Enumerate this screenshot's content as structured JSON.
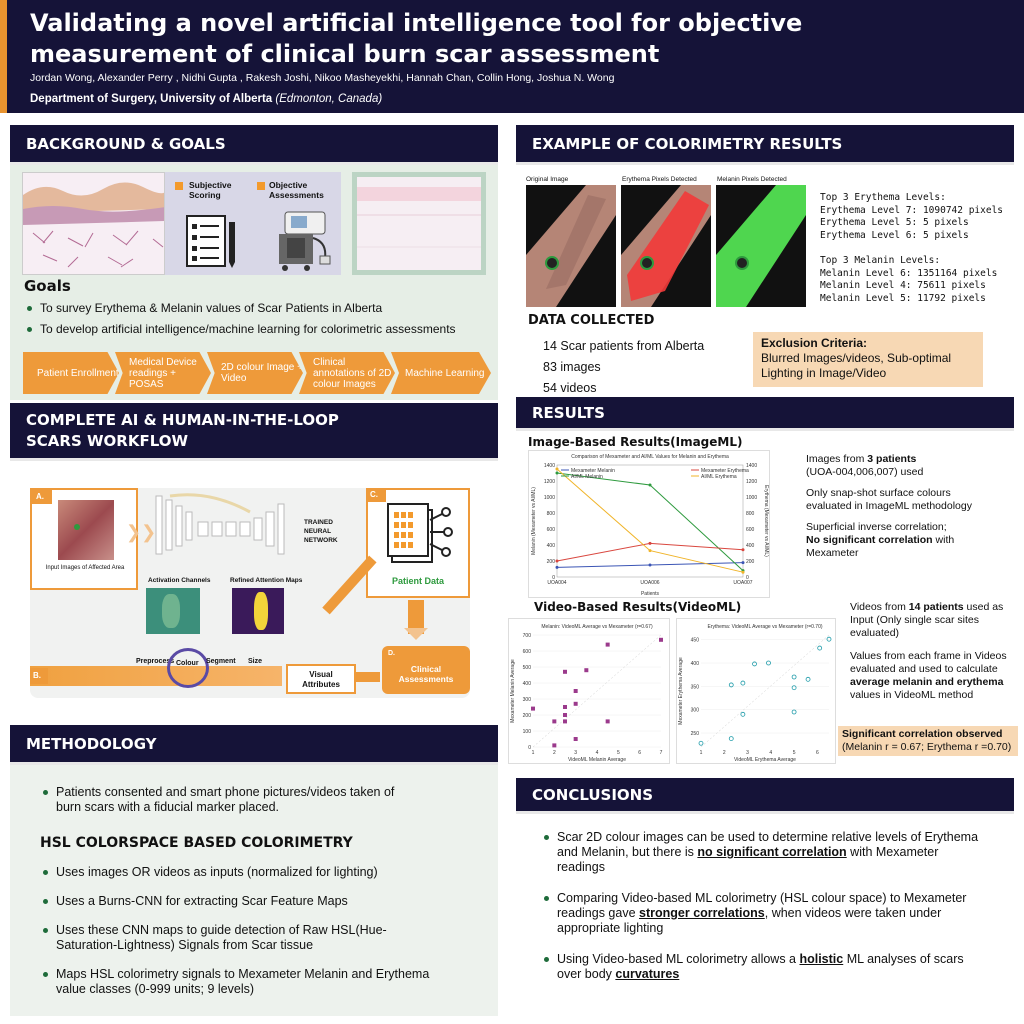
{
  "header": {
    "title_line1": "Validating a novel artificial intelligence tool for objective",
    "title_line2": "measurement of clinical burn scar assessment",
    "authors": "Jordan Wong, Alexander Perry , Nidhi Gupta , Rakesh Joshi, Nikoo Masheyekhi, Hannah Chan, Collin Hong, Joshua N. Wong",
    "department": "Department of Surgery, University of Alberta",
    "location": "(Edmonton, Canada)"
  },
  "background": {
    "heading": "BACKGROUND & GOALS",
    "subjective_label_1": "Subjective",
    "subjective_label_2": "Scoring",
    "objective_label_1": "Objective",
    "objective_label_2": "Assessments",
    "goals_heading": "Goals",
    "goals": [
      "To survey Erythema & Melanin values of Scar Patients in Alberta",
      "To develop artificial intelligence/machine learning for colorimetric assessments"
    ],
    "flow": [
      "Patient Enrollment",
      "Medical Device readings + POSAS",
      "2D colour Image + Video",
      "Clinical annotations of 2D colour Images",
      "Machine Learning"
    ]
  },
  "workflow": {
    "heading_1": "COMPLETE AI & HUMAN-IN-THE-LOOP",
    "heading_2": "SCARS WORKFLOW",
    "label_a": "A.",
    "label_b": "B.",
    "label_c": "C.",
    "label_d": "D.",
    "input_caption": "Input Images of Affected Area",
    "trained_1": "TRAINED",
    "trained_2": "NEURAL",
    "trained_3": "NETWORK",
    "activation": "Activation Channels",
    "refined": "Refined Attention Maps",
    "patient_data": "Patient Data",
    "preprocess": "Preprocess",
    "colour": "Colour",
    "segment": "Segment",
    "size": "Size",
    "visual_attr_1": "Visual",
    "visual_attr_2": "Attributes",
    "clinical_1": "Clinical",
    "clinical_2": "Assessments"
  },
  "methodology": {
    "heading": "METHODOLOGY",
    "bullet": "Patients consented and smart phone pictures/videos taken of burn scars with a fiducial marker placed.",
    "hsl_heading": "HSL COLORSPACE BASED COLORIMETRY",
    "hsl_bullets": [
      "Uses images OR videos as inputs (normalized for lighting)",
      "Uses a Burns-CNN for extracting Scar Feature Maps",
      "Uses these CNN maps to guide detection of Raw HSL(Hue-Saturation-Lightness) Signals from Scar tissue",
      "Maps HSL colorimetry signals to Mexameter Melanin and Erythema value classes (0-999 units; 9 levels)"
    ]
  },
  "colorimetry": {
    "heading": "EXAMPLE OF COLORIMETRY RESULTS",
    "img_labels": [
      "Original Image",
      "Erythema Pixels Detected",
      "Melanin Pixels Detected"
    ],
    "output_text": "Top 3 Erythema Levels:\nErythema Level 7: 1090742 pixels\nErythema Level 5: 5 pixels\nErythema Level 6: 5 pixels\n\nTop 3 Melanin Levels:\nMelanin Level 6: 1351164 pixels\nMelanin Level 4: 75611 pixels\nMelanin Level 5: 11792 pixels",
    "data_heading": "DATA COLLECTED",
    "data_items": [
      "14 Scar patients from Alberta",
      "83 images",
      "54 videos"
    ],
    "exclusion_heading": "Exclusion Criteria:",
    "exclusion_text": "Blurred Images/videos, Sub-optimal Lighting  in Image/Video"
  },
  "results": {
    "heading": "RESULTS",
    "image_heading": "Image-Based Results(ImageML)",
    "image_text_1_pre": "Images from ",
    "image_text_1_bold": "3 patients",
    "image_text_1_post": "(UOA-004,006,007) used",
    "image_text_2": "Only snap-shot surface colours evaluated in ImageML methodology",
    "image_text_3": "Superficial inverse correlation;",
    "image_text_3_bold": "No significant correlation",
    "image_text_3_post": " with Mexameter",
    "video_heading": "Video-Based Results(VideoML)",
    "video_text_1_pre": "Videos from ",
    "video_text_1_bold": "14 patients",
    "video_text_1_post": " used as Input (Only single scar sites evaluated)",
    "video_text_2_pre": "Values from each frame in Videos evaluated and used to calculate ",
    "video_text_2_bold": "average melanin and erythema",
    "video_text_2_post": " values in VideoML method",
    "sig_bold": "Significant correlation observed",
    "sig_text": "(Melanin r = 0.67; Erythema r =0.70)"
  },
  "conclusions": {
    "heading": "CONCLUSIONS",
    "c1_pre": "Scar 2D colour images can be used to determine relative levels of Erythema and Melanin, but there is ",
    "c1_bold": "no significant correlation",
    "c1_post": " with Mexameter readings",
    "c2_pre": "Comparing Video-based ML colorimetry (HSL colour space) to Mexameter readings gave ",
    "c2_bold": "stronger correlations",
    "c2_post": ", when videos were taken under appropriate lighting",
    "c3_pre": "Using Video-based ML colorimetry allows a ",
    "c3_bold": "holistic",
    "c3_mid": " ML analyses of scars over body ",
    "c3_bold2": "curvatures"
  },
  "chart_data": [
    {
      "type": "line",
      "title": "Comparison of Mexameter and AI/ML Values for Melanin and Erythema",
      "categories": [
        "UOA004",
        "UOA006",
        "UOA007"
      ],
      "xlabel": "Patients",
      "ylabel": "Melanin (Mexameter vs AI/ML)",
      "ylabel_right": "Erythema (Mexameter vs AI/ML)",
      "ylim": [
        0,
        1400
      ],
      "ylim_right": [
        0,
        1400
      ],
      "legend_left": [
        "Mexameter Melanin",
        "AI/ML Melanin"
      ],
      "legend_right": [
        "Mexameter Erythema",
        "AI/ML Erythema"
      ],
      "colors": {
        "Mexameter Melanin": "#3b55b5",
        "AI/ML Melanin": "#2e9a3e",
        "Mexameter Erythema": "#d9473f",
        "AI/ML Erythema": "#f0b429"
      },
      "series": [
        {
          "name": "Mexameter Melanin",
          "axis": "left",
          "values": [
            120,
            150,
            180
          ]
        },
        {
          "name": "AI/ML Melanin",
          "axis": "left",
          "values": [
            1300,
            1150,
            80
          ]
        },
        {
          "name": "Mexameter Erythema",
          "axis": "right",
          "values": [
            200,
            420,
            340
          ]
        },
        {
          "name": "AI/ML Erythema",
          "axis": "right",
          "values": [
            1350,
            330,
            60
          ]
        }
      ],
      "yticks": [
        0,
        200,
        400,
        600,
        800,
        1000,
        1200,
        1400
      ]
    },
    {
      "type": "scatter",
      "title": "Melanin: VideoML Average vs Mexameter (r=0.67)",
      "xlabel": "VideoML Melanin Average",
      "ylabel": "Mexameter Melanin Average",
      "xlim": [
        1,
        7
      ],
      "ylim": [
        0,
        700
      ],
      "xticks": [
        1,
        2,
        3,
        4,
        5,
        6,
        7
      ],
      "yticks": [
        0,
        100,
        200,
        300,
        400,
        500,
        600,
        700
      ],
      "color": "#9b3a8c",
      "points": [
        [
          1,
          240
        ],
        [
          2,
          10
        ],
        [
          2,
          160
        ],
        [
          2.5,
          470
        ],
        [
          2.5,
          250
        ],
        [
          2.5,
          200
        ],
        [
          2.5,
          160
        ],
        [
          3,
          350
        ],
        [
          3,
          270
        ],
        [
          3,
          50
        ],
        [
          3.5,
          480
        ],
        [
          4.5,
          640
        ],
        [
          4.5,
          160
        ],
        [
          7,
          670
        ]
      ]
    },
    {
      "type": "scatter",
      "title": "Erythema: VideoML Average vs Mexameter (r=0.70)",
      "xlabel": "VideoML Erythema Average",
      "ylabel": "Mexameter Erythema Average",
      "xlim": [
        1,
        6.5
      ],
      "ylim": [
        220,
        460
      ],
      "xticks": [
        1,
        2,
        3,
        4,
        5,
        6
      ],
      "yticks": [
        250,
        300,
        350,
        400,
        450
      ],
      "color": "#1b9aa8",
      "points": [
        [
          1,
          228
        ],
        [
          2.3,
          353
        ],
        [
          2.3,
          238
        ],
        [
          2.8,
          357
        ],
        [
          2.8,
          290
        ],
        [
          3.3,
          398
        ],
        [
          3.9,
          400
        ],
        [
          5,
          370
        ],
        [
          5,
          347
        ],
        [
          5,
          295
        ],
        [
          5.6,
          365
        ],
        [
          6.1,
          432
        ],
        [
          6.5,
          451
        ]
      ]
    }
  ]
}
